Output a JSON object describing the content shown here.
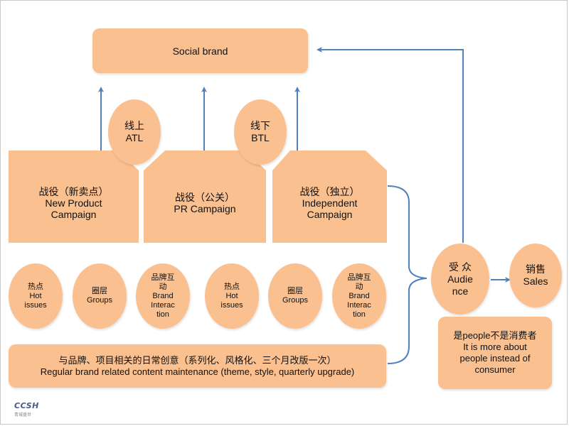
{
  "social_brand": "Social brand",
  "atl": {
    "zh": "线上",
    "en": "ATL"
  },
  "btl": {
    "zh": "线下",
    "en": "BTL"
  },
  "campaigns": [
    {
      "zh": "战役（新卖点）",
      "en1": "New Product",
      "en2": "Campaign"
    },
    {
      "zh": "战役（公关）",
      "en1": "PR Campaign",
      "en2": ""
    },
    {
      "zh": "战役（独立）",
      "en1": "Independent",
      "en2": "Campaign"
    }
  ],
  "circles": [
    {
      "zh": "热点",
      "en1": "Hot",
      "en2": "issues"
    },
    {
      "zh": "圈层",
      "en1": "Groups",
      "en2": ""
    },
    {
      "zh1": "品牌互",
      "zh2": "动",
      "en1": "Brand",
      "en2": "Interac",
      "en3": "tion"
    },
    {
      "zh": "热点",
      "en1": "Hot",
      "en2": "issues"
    },
    {
      "zh": "圈层",
      "en1": "Groups",
      "en2": ""
    },
    {
      "zh1": "品牌互",
      "zh2": "动",
      "en1": "Brand",
      "en2": "Interac",
      "en3": "tion"
    }
  ],
  "maintenance": {
    "zh": "与品牌、项目相关的日常创意（系列化、风格化、三个月改版一次）",
    "en": "Regular brand related content maintenance (theme, style, quarterly upgrade)"
  },
  "audience": {
    "zh": "受 众",
    "en1": "Audie",
    "en2": "nce"
  },
  "sales": {
    "zh": "销售",
    "en": "Sales"
  },
  "note": {
    "l1": "是people不是消费者",
    "l2": "It is more about",
    "l3": "people instead of",
    "l4": "consumer"
  },
  "logo": {
    "text": "CCSH",
    "sub": "青城盛世"
  },
  "colors": {
    "fill": "#fac090",
    "arrow": "#4f81bd"
  }
}
